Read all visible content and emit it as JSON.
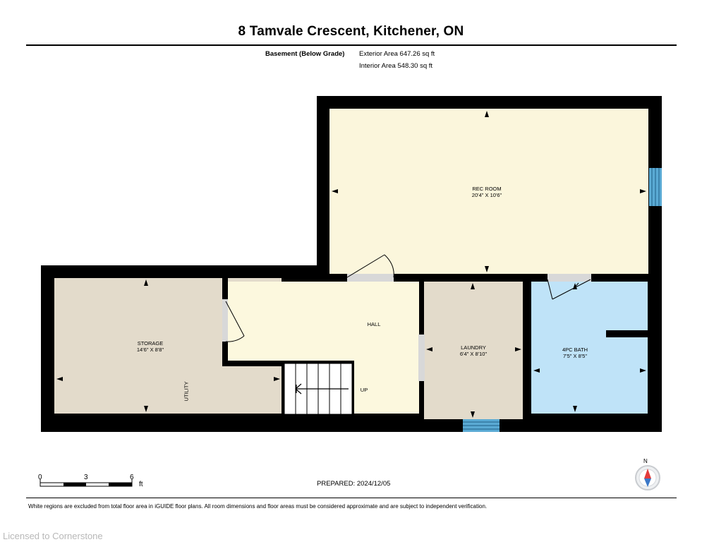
{
  "title": "8 Tamvale Crescent, Kitchener, ON",
  "area": {
    "level": "Basement (Below Grade)",
    "exterior": "Exterior Area 647.26 sq ft",
    "interior": "Interior Area 548.30 sq ft"
  },
  "rooms": {
    "rec_room": {
      "name": "REC ROOM",
      "dims": "20'4\" x 10'6\""
    },
    "storage": {
      "name": "STORAGE",
      "dims": "14'6\" x 8'8\""
    },
    "hall": {
      "name": "HALL"
    },
    "laundry": {
      "name": "LAUNDRY",
      "dims": "6'4\" x 8'10\""
    },
    "bath": {
      "name": "4PC BATH",
      "dims": "7'5\" x 8'5\""
    },
    "utility": "UTILITY",
    "stairs": "UP"
  },
  "scale": {
    "ticks": [
      "0",
      "3",
      "6"
    ],
    "unit": "ft"
  },
  "compass": "N",
  "prepared": "PREPARED: 2024/12/05",
  "disclaimer": "White regions are excluded from total floor area in iGUIDE floor plans. All room dimensions and floor areas must be considered approximate and are subject to independent verification.",
  "watermark": "Licensed to Cornerstone",
  "colors": {
    "rec_room": "#fbf6dc",
    "storage": "#e3dbcb",
    "hall": "#fcf8de",
    "laundry": "#e3dbcb",
    "bath": "#bfe3f8",
    "window": "#5aaad4",
    "wall": "#000000"
  }
}
